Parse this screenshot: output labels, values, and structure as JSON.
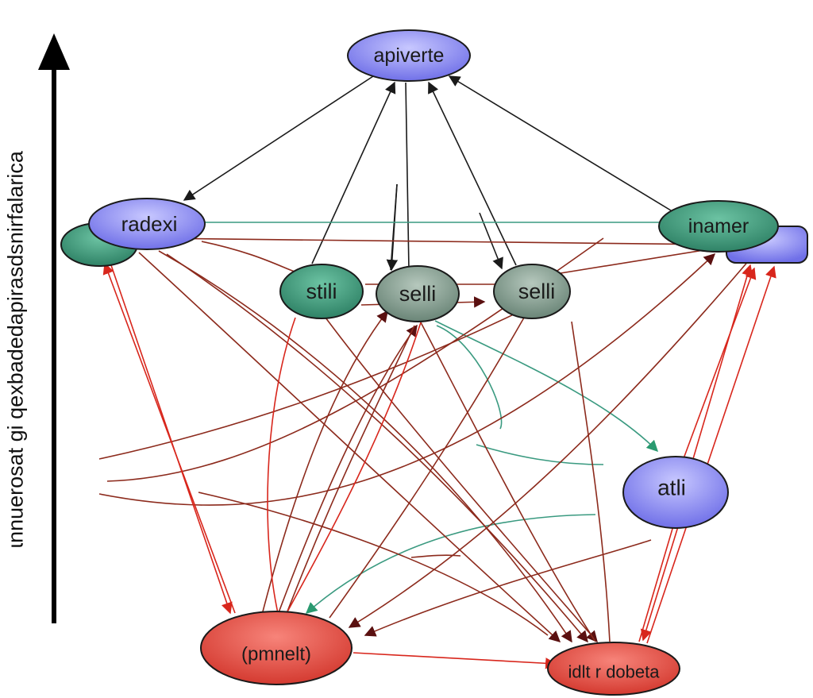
{
  "axis": {
    "label": "ɩnnuerosat  ɡi  qexbadedapirasdsnirfalarica"
  },
  "nodes": {
    "top": "apiverte",
    "left": "radexi",
    "right": "inamer",
    "mid1": "stili",
    "mid2": "selli",
    "mid3": "selli",
    "right_low": "atli",
    "bottom_left": "(pmnelt)",
    "bottom_right": "idlt r dobeta"
  },
  "colors": {
    "blue": "#8080ee",
    "green": "#3f9a7e",
    "grey_green": "#7f9a8c",
    "red": "#e0463c",
    "edge_dark": "#1a1a1a",
    "edge_red": "#d8261c",
    "edge_brown": "#8c2a1c",
    "edge_teal": "#3a9a80"
  }
}
